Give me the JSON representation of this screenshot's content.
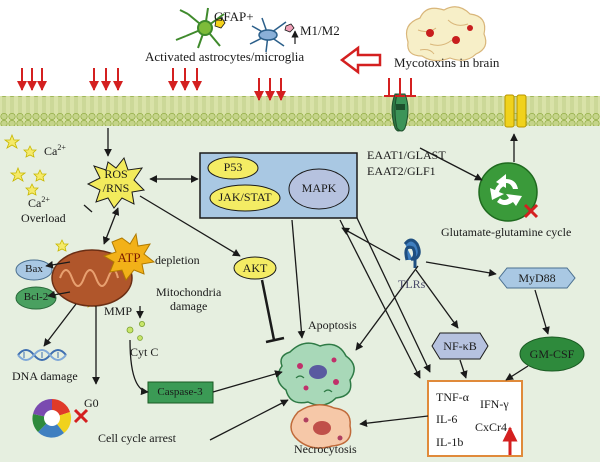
{
  "labels": {
    "gfap": "GFAP+",
    "m1m2": "M1/M2",
    "astrocytes": "Activated astrocytes/microglia",
    "mycotoxins": "Mycotoxins in brain",
    "ca1": "Ca",
    "ca1_sup": "2+",
    "ca2": "Ca",
    "ca2_sup": "2+",
    "overload": "Overload",
    "ros": "ROS\n/RNS",
    "p53": "P53",
    "jakstat": "JAK/STAT",
    "mapk": "MAPK",
    "eaat1": "EAAT1/GLAST",
    "eaat2": "EAAT2/GLF1",
    "glutamate_cycle": "Glutamate-glutamine cycle",
    "atp": "ATP",
    "depletion": "depletion",
    "akt": "AKT",
    "bax": "Bax",
    "bcl2": "Bcl-2",
    "mitochondria_damage": "Mitochondria\ndamage",
    "mmp": "MMP",
    "tlrs": "TLRs",
    "myd88": "MyD88",
    "apoptosis": "Apoptosis",
    "nfkb": "NF-κB",
    "gmcsf": "GM-CSF",
    "cytc": "Cyt C",
    "dna_damage": "DNA damage",
    "caspase3": "Caspase-3",
    "g0": "G0",
    "cell_cycle_arrest": "Cell cycle arrest",
    "necrocytosis": "Necrocytosis",
    "tnf": "TNF-α",
    "ifn": "IFN-γ",
    "il6": "IL-6",
    "cxcr4": "CxCr4",
    "il1b": "IL-1b"
  },
  "colors": {
    "background": "#e6efe0",
    "membrane_fill": "#c9d98a",
    "membrane_line": "#7a9a2e",
    "red_arrow": "#d42020",
    "arrow": "#1a1a1a",
    "ros_star": "#f3eb5c",
    "atp_star": "#f2b118",
    "mito": "#b0562b",
    "yellow_oval": "#f4ec64",
    "grey_oval": "#b6c2df",
    "blue_box": "#a9c8e3",
    "caspase_box": "#3b9a55",
    "gmcsf": "#2e8a3c",
    "cytokine_border": "#e08a3a",
    "recycle": "#3a9a3a",
    "yellow_channel": "#f0d21c",
    "green_channel": "#2e7a45"
  }
}
